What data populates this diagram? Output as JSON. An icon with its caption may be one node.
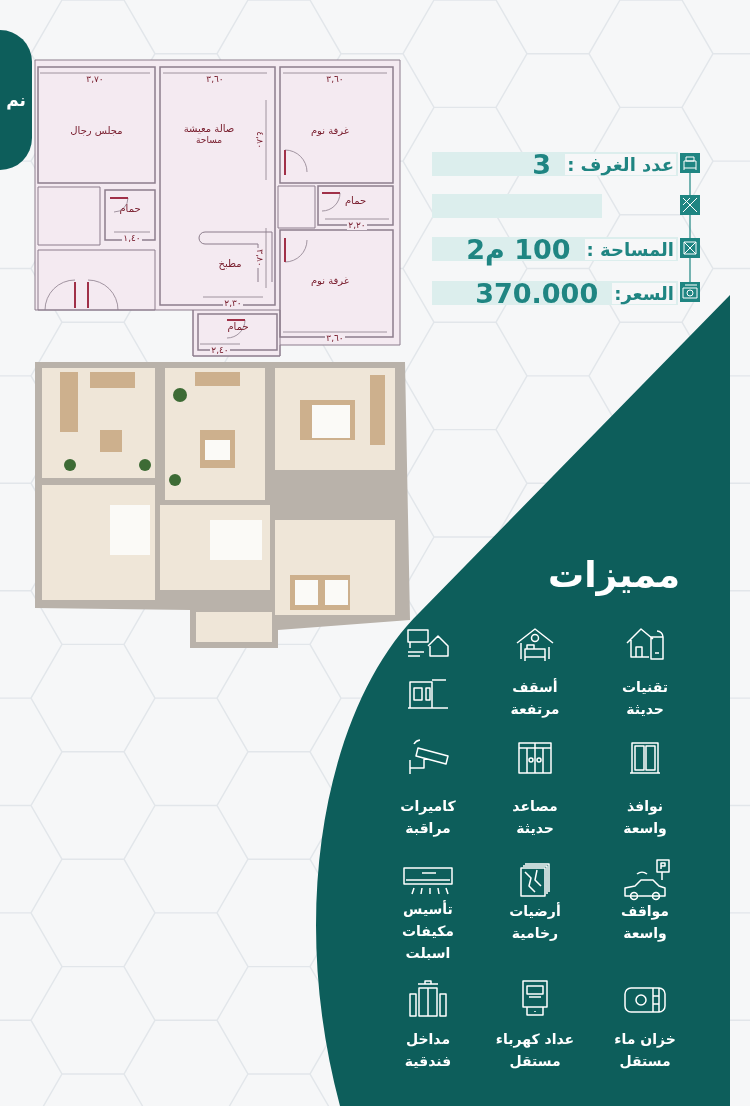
{
  "diagram": {
    "nodes": [
      {
        "text": [
          "مجلس رجال"
        ]
      },
      {
        "text": [
          "صالة معيشة",
          "مساحة"
        ]
      },
      {
        "text": [
          "مطبخ"
        ],
        "in": 1
      },
      {
        "text": [
          "غرفة نوم"
        ]
      },
      {
        "text": [
          "حمام"
        ]
      },
      {
        "text": [
          "غرفة نوم"
        ]
      },
      {
        "text": [
          "حمام"
        ]
      },
      {
        "text": [
          "حمام"
        ]
      },
      {
        "text": [
          "عدد الغرف :",
          "3"
        ]
      },
      {
        "text": [],
        "shape": "bar"
      },
      {
        "text": [
          "المساحة :",
          "100 م2"
        ]
      },
      {
        "text": [
          "السعر:",
          "370.000"
        ]
      },
      {
        "text": [
          "نم"
        ]
      }
    ],
    "labels": [
      "٣,٧٠",
      "٣,٦٠",
      "٣,٦٠",
      "٤,٨٠",
      "١,٤٠",
      "٢,٢٠",
      "٣,٨٠",
      "٢,٣٠",
      "٢,٤٠",
      "٣,٦٠",
      "مميزات",
      "تقنيات حديثة",
      "أسقف مرتفعة",
      "نوافذ واسعة",
      "مصاعد حديثة",
      "كاميرات مراقبة",
      "مواقف واسعة",
      "أرضيات رخامية",
      "تأسيس مكيفات اسبلت",
      "خزان ماء مستقل",
      "عداد كهرباء مستقل",
      "مداخل فندقية"
    ]
  }
}
